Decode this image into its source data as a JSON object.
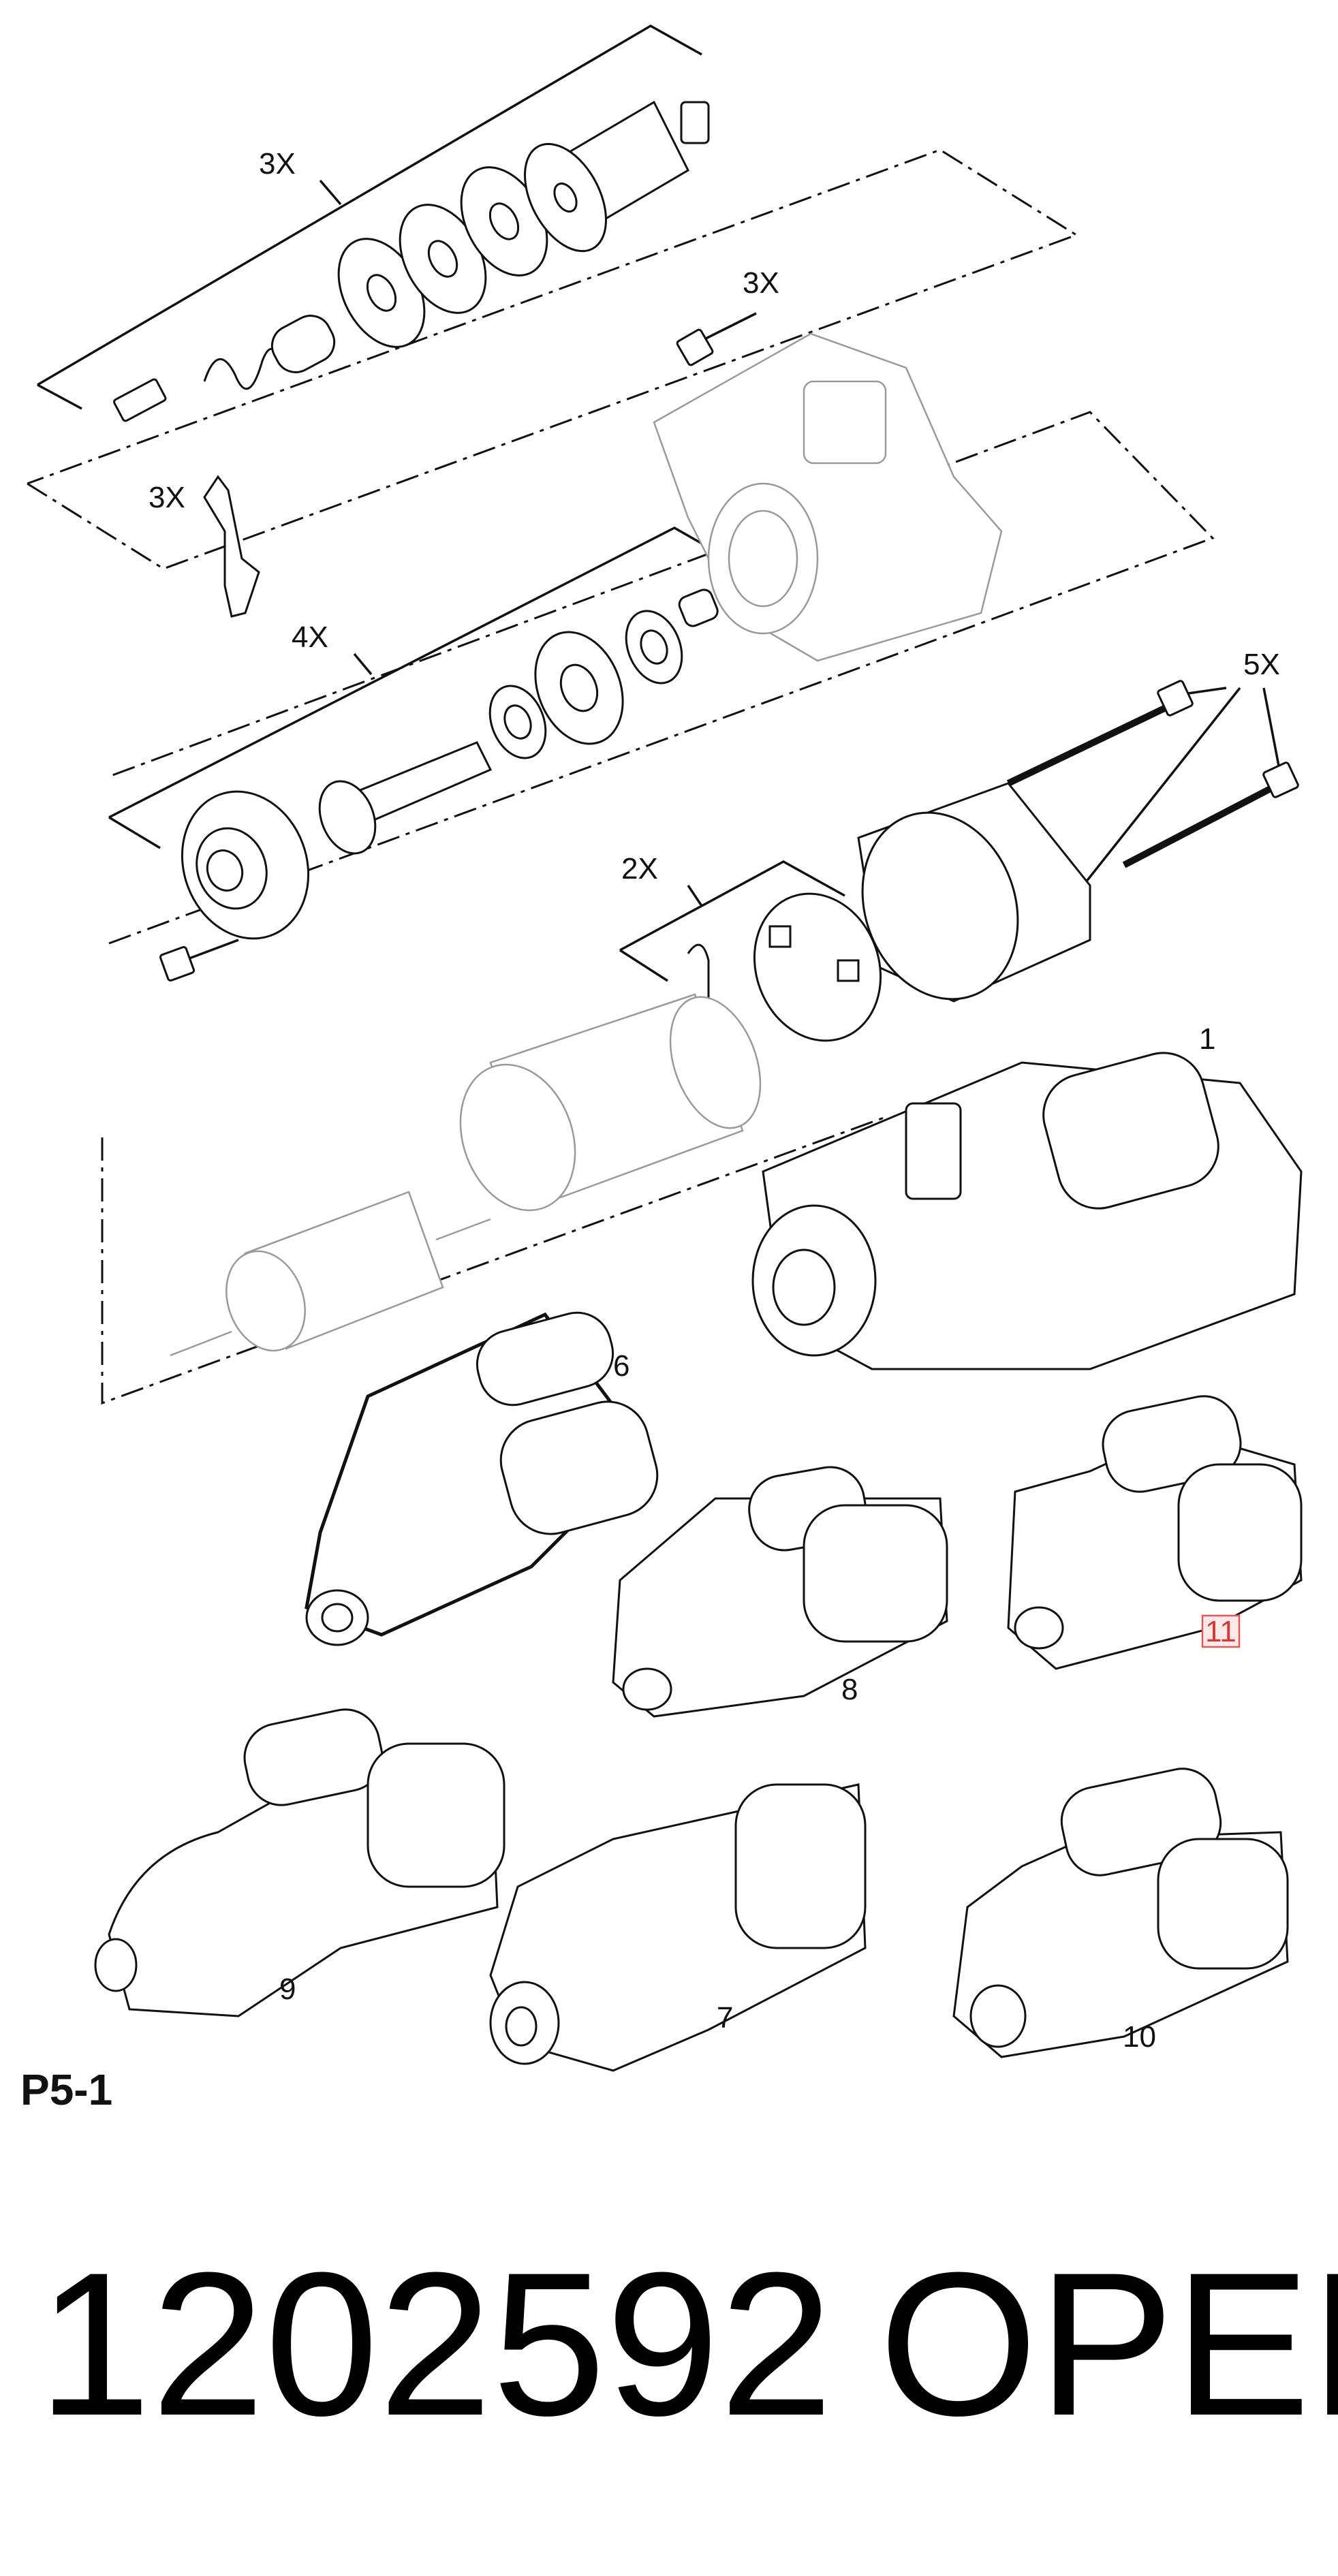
{
  "callouts": {
    "qty_3x_solenoid": "3X",
    "qty_3x_bolts": "3X",
    "qty_3x_lever": "3X",
    "qty_4x_drive": "4X",
    "qty_5x_throughbolts": "5X",
    "qty_2x_brushes": "2X"
  },
  "part_numbers": {
    "p1": "1",
    "p6": "6",
    "p7": "7",
    "p8": "8",
    "p9": "9",
    "p10": "10",
    "p11": "11"
  },
  "highlighted_part": "11",
  "sheet_code": "P5-1",
  "catalog_number": "1202592",
  "brand": "OPEL",
  "colors": {
    "line": "#111111",
    "highlight_stroke": "#e05a5a",
    "highlight_fill": "#fde8e8"
  }
}
